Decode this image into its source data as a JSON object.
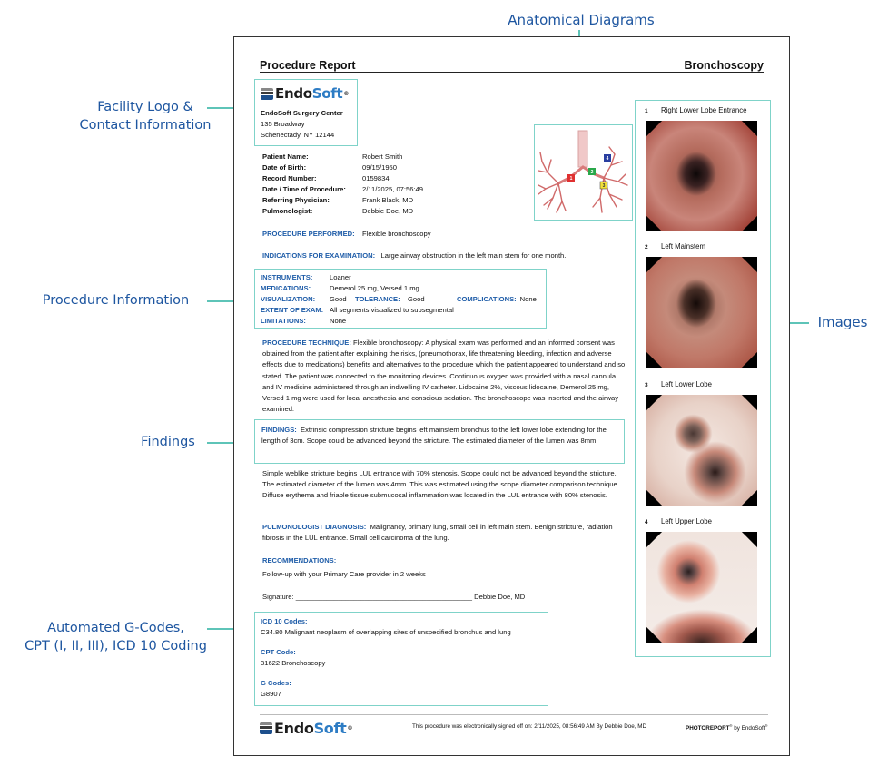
{
  "callouts": {
    "facility": [
      "Facility Logo &",
      "Contact Information"
    ],
    "procedure_info": "Procedure Information",
    "findings": "Findings",
    "coding": [
      "Automated G-Codes,",
      "CPT (I, II, III), ICD 10 Coding"
    ],
    "anatomical": "Anatomical Diagrams",
    "images": "Images"
  },
  "colors": {
    "callout_text": "#1e56a0",
    "accent_teal": "#5ec4b8",
    "section_label": "#1e5ca8"
  },
  "report": {
    "title": "Procedure Report",
    "procedure_type": "Bronchoscopy",
    "logo": {
      "part1": "Endo",
      "part2": "Soft",
      "reg": "®"
    },
    "facility": {
      "name": "EndoSoft Surgery Center",
      "address1": "135 Broadway",
      "address2": "Schenectady, NY 12144"
    },
    "patient": [
      {
        "label": "Patient Name:",
        "value": "Robert Smith"
      },
      {
        "label": "Date of Birth:",
        "value": "09/15/1950"
      },
      {
        "label": "Record Number:",
        "value": "0159834"
      },
      {
        "label": "Date / Time of Procedure:",
        "value": "2/11/2025, 07:56:49"
      },
      {
        "label": "Referring Physician:",
        "value": "Frank Black, MD"
      },
      {
        "label": "Pulmonologist:",
        "value": "Debbie Doe, MD"
      }
    ],
    "procedure_performed": {
      "label": "PROCEDURE PERFORMED:",
      "value": "Flexible bronchoscopy"
    },
    "indications": {
      "label": "INDICATIONS FOR EXAMINATION:",
      "value": "Large airway obstruction in the left main stem for one month."
    },
    "procedure_info": {
      "instruments": {
        "label": "INSTRUMENTS:",
        "value": "Loaner"
      },
      "medications": {
        "label": "MEDICATIONS:",
        "value": "Demerol 25 mg, Versed 1 mg"
      },
      "visualization": {
        "label": "VISUALIZATION:",
        "value": "Good"
      },
      "tolerance": {
        "label": "TOLERANCE:",
        "value": "Good"
      },
      "complications": {
        "label": "COMPLICATIONS:",
        "value": "None"
      },
      "extent": {
        "label": "EXTENT OF EXAM:",
        "value": "All segments visualized to subsegmental"
      },
      "limitations": {
        "label": "LIMITATIONS:",
        "value": "None"
      }
    },
    "technique": {
      "label": "PROCEDURE TECHNIQUE:",
      "value": "Flexible bronchoscopy: A physical exam was performed and an informed consent was obtained from the patient after explaining the risks, (pneumothorax, life threatening bleeding, infection and adverse effects due to medications) benefits and alternatives to the procedure which the patient appeared to understand and so stated.  The patient was connected to the monitoring devices.  Continuous oxygen was provided with a nasal cannula and IV medicine administered through an indwelling IV catheter.  Lidocaine 2%, viscous lidocaine, Demerol 25 mg, Versed 1 mg were used for local anesthesia and conscious sedation.  The bronchoscope was inserted and the airway examined."
    },
    "findings": {
      "label": "FINDINGS:",
      "value": "Extrinsic compression stricture begins left mainstem bronchus to the left lower lobe extending for the length of 3cm.   Scope could be advanced beyond the stricture.  The estimated diameter of the lumen was 8mm."
    },
    "findings_extra": "Simple weblike stricture begins LUL entrance with 70% stenosis.  Scope could not be advanced beyond the stricture.  The estimated diameter of the lumen was 4mm.  This was estimated using the scope diameter comparison technique.  Diffuse erythema and friable tissue submucosal inflammation was located in the LUL entrance with 80% stenosis.",
    "diagnosis": {
      "label": "PULMONOLOGIST DIAGNOSIS:",
      "value": "Malignancy, primary lung, small cell in left main stem.  Benign stricture, radiation fibrosis in the LUL entrance.  Small cell carcinoma of the lung."
    },
    "recommendations": {
      "label": "RECOMMENDATIONS:",
      "value": "Follow-up with your Primary Care provider in 2 weeks"
    },
    "signature": {
      "label": "Signature:",
      "line": "______________________________________________",
      "name": "Debbie Doe, MD"
    },
    "coding": {
      "icd_label": "ICD 10 Codes:",
      "icd_value": "C34.80 Malignant neoplasm of overlapping sites of unspecified bronchus and lung",
      "cpt_label": "CPT Code:",
      "cpt_value": "31622 Bronchoscopy",
      "g_label": "G Codes:",
      "g_value": "G8907"
    },
    "diagram_markers": [
      {
        "n": "1",
        "color": "#e03030"
      },
      {
        "n": "2",
        "color": "#2aa84a"
      },
      {
        "n": "3",
        "color": "#f2e03a"
      },
      {
        "n": "4",
        "color": "#2a3fa0"
      }
    ],
    "images": [
      {
        "n": "1",
        "label": "Right Lower Lobe Entrance"
      },
      {
        "n": "2",
        "label": "Left Mainstem"
      },
      {
        "n": "3",
        "label": "Left Lower Lobe"
      },
      {
        "n": "4",
        "label": "Left Upper Lobe"
      }
    ],
    "footer": {
      "signed_text": "This procedure was electronically signed off on: 2/11/2025, 08:56:49 AM By Debbie Doe, MD",
      "brand": "PHOTOREPORT",
      "brand_reg": "®",
      "by": " by EndoSoft",
      "by_reg": "®"
    }
  }
}
